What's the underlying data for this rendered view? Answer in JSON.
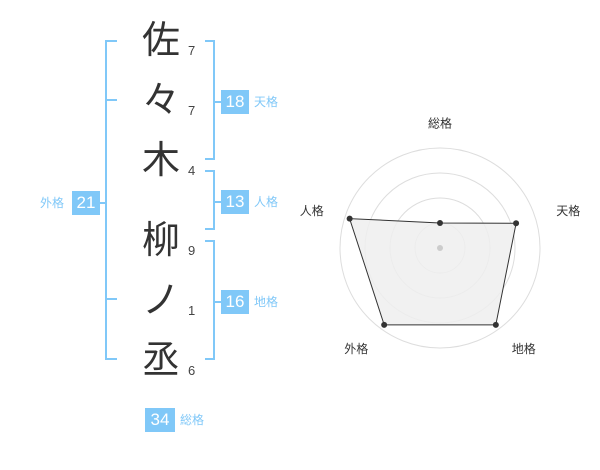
{
  "name": {
    "characters": [
      {
        "char": "佐",
        "strokes": "7"
      },
      {
        "char": "々",
        "strokes": "7"
      },
      {
        "char": "木",
        "strokes": "4"
      },
      {
        "char": "柳",
        "strokes": "9"
      },
      {
        "char": "ノ",
        "strokes": "1"
      },
      {
        "char": "丞",
        "strokes": "6"
      }
    ]
  },
  "kakusu": {
    "tenkaku": {
      "value": "18",
      "label": "天格"
    },
    "jinkaku": {
      "value": "13",
      "label": "人格"
    },
    "chikaku": {
      "value": "16",
      "label": "地格"
    },
    "gaikaku": {
      "value": "21",
      "label": "外格"
    },
    "soukaku": {
      "value": "34",
      "label": "総格"
    }
  },
  "colors": {
    "accent": "#80c8f8",
    "text": "#333333",
    "radar_fill": "#efefef"
  },
  "chart_data": {
    "type": "radar",
    "axes": [
      "総格",
      "天格",
      "地格",
      "外格",
      "人格"
    ],
    "values": [
      0.25,
      0.8,
      0.95,
      0.95,
      0.95
    ],
    "max": 1,
    "rings": 4
  }
}
